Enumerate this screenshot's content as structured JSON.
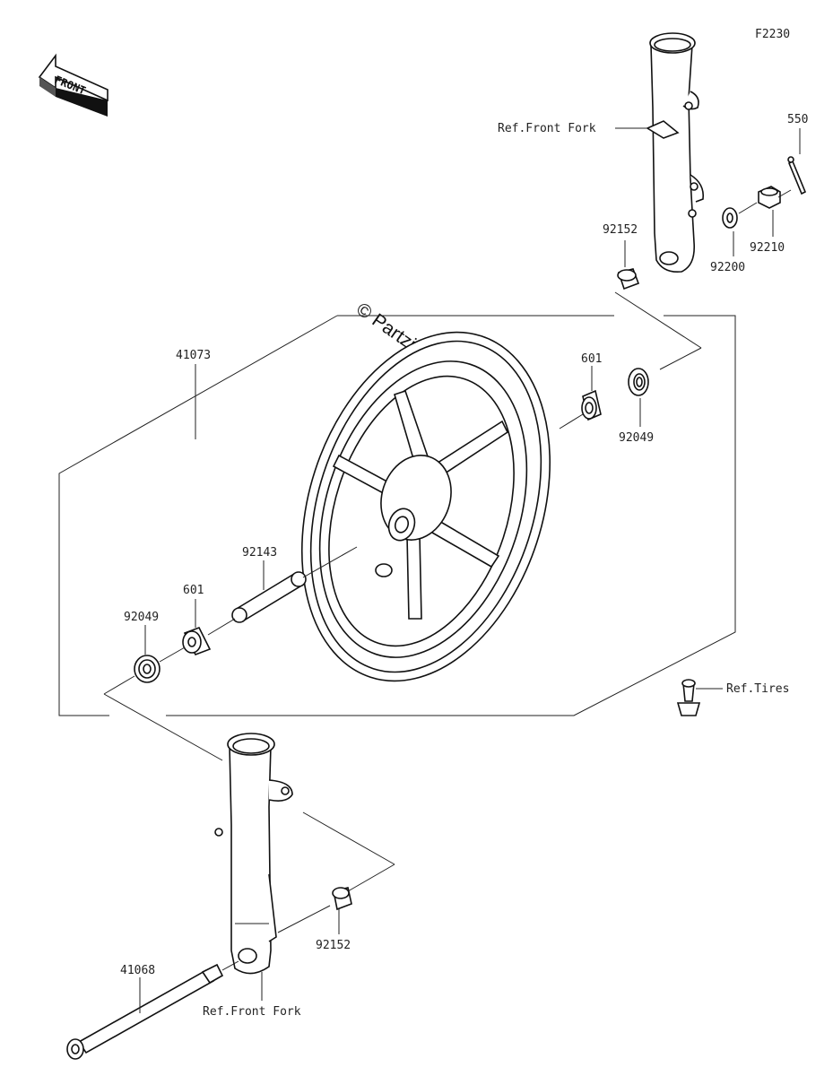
{
  "diagram": {
    "code": "F2230",
    "front_arrow": "FRONT",
    "watermark": "© Partzilla.com",
    "labels": {
      "p550": "550",
      "p92152_top": "92152",
      "p92200": "92200",
      "p92210": "92210",
      "ref_front_fork_top": "Ref.Front Fork",
      "p41073": "41073",
      "p601_right": "601",
      "p92049_right": "92049",
      "p92143": "92143",
      "p601_left": "601",
      "p92049_left": "92049",
      "ref_tires": "Ref.Tires",
      "p92152_bottom": "92152",
      "p41068": "41068",
      "ref_front_fork_bottom": "Ref.Front Fork"
    }
  }
}
